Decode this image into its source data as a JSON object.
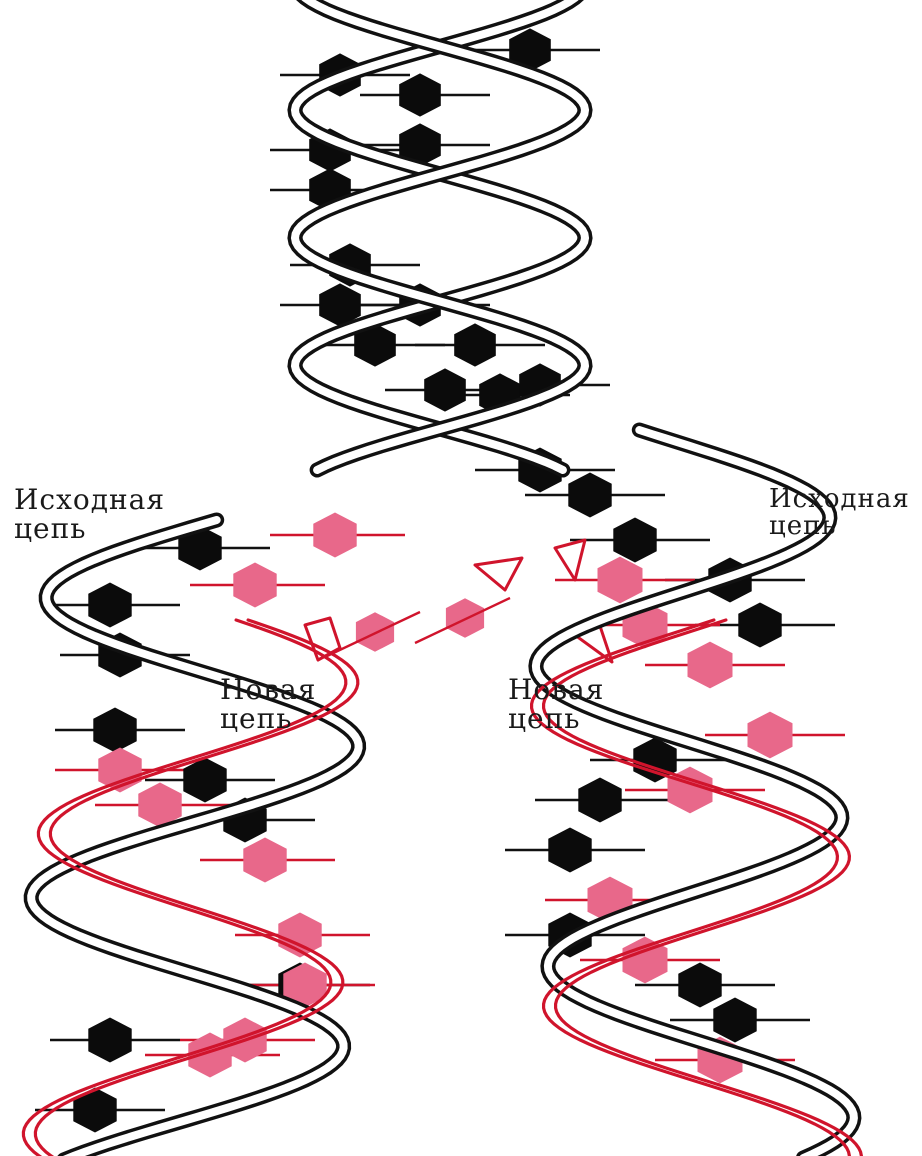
{
  "labels": {
    "original_strand_left": {
      "line1": "Исходная",
      "line2": "цепь"
    },
    "original_strand_right": {
      "line1": "Исходная",
      "line2": "цепь"
    },
    "new_strand_left": {
      "line1": "Новая",
      "line2": "цепь"
    },
    "new_strand_right": {
      "line1": "Новая",
      "line2": "цепь"
    }
  },
  "colors": {
    "original_strand": "#111111",
    "new_strand": "#d0142c",
    "original_base": "#0b0b0b",
    "new_base": "#e8688a"
  }
}
